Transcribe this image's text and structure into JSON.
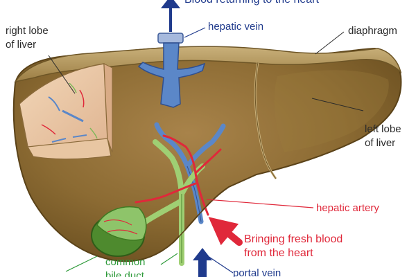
{
  "labels": {
    "top_caption": "Blood returning to the heart",
    "hepatic_vein": "hepatic vein",
    "right_lobe_1": "right lobe",
    "right_lobe_2": "of liver",
    "diaphragm": "diaphragm",
    "left_lobe_1": "left lobe",
    "left_lobe_2": "of liver",
    "hepatic_artery": "hepatic artery",
    "fresh_blood_1": "Bringing fresh blood",
    "fresh_blood_2": "from the heart",
    "common_1": "common",
    "common_2": "bile duct",
    "portal_vein": "portal vein"
  },
  "colors": {
    "liver": "#8b6a2e",
    "liver_light": "#a88246",
    "diaphragm": "#a78a4e",
    "vein_blue": "#5b87c8",
    "artery_red": "#e0283a",
    "bile_green": "#7fb85a",
    "label_blue": "#1f3a8c"
  }
}
